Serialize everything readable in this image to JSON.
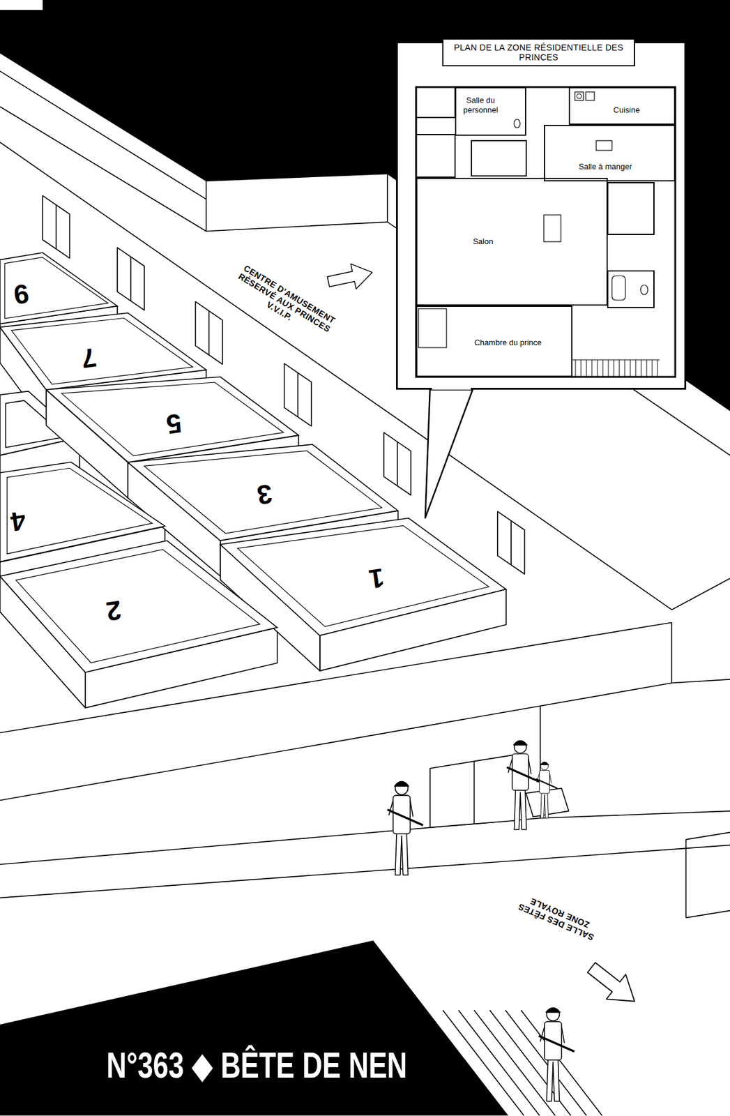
{
  "diagram": {
    "title": "N°363 ◆ BÊTE DE NEN",
    "nodes": [
      {
        "text": [
          "PLAN DE LA ZONE RÉSIDENTIELLE DES PRINCES"
        ]
      },
      {
        "text": [
          "Salle du personnel"
        ],
        "in": 0
      },
      {
        "text": [
          "Cuisine"
        ],
        "in": 0
      },
      {
        "text": [
          "Salle à manger"
        ],
        "in": 0
      },
      {
        "text": [
          "Salon"
        ],
        "in": 0
      },
      {
        "text": [
          "Chambre du prince"
        ],
        "in": 0
      },
      {
        "text": [
          "9"
        ]
      },
      {
        "text": [
          "7"
        ]
      },
      {
        "text": [
          "5"
        ]
      },
      {
        "text": [
          "3"
        ]
      },
      {
        "text": [
          "4"
        ]
      },
      {
        "text": [
          "1"
        ]
      },
      {
        "text": [
          "2"
        ]
      }
    ],
    "edges": [
      {
        "from": 0,
        "to": 11,
        "arrow": "none"
      }
    ],
    "labels": [
      "CENTRE D'AMUSEMENT RÉSERVÉ AUX PRINCES V.V.I.P.",
      "SALLE DES FÊTES ZONE ROYALE"
    ]
  }
}
